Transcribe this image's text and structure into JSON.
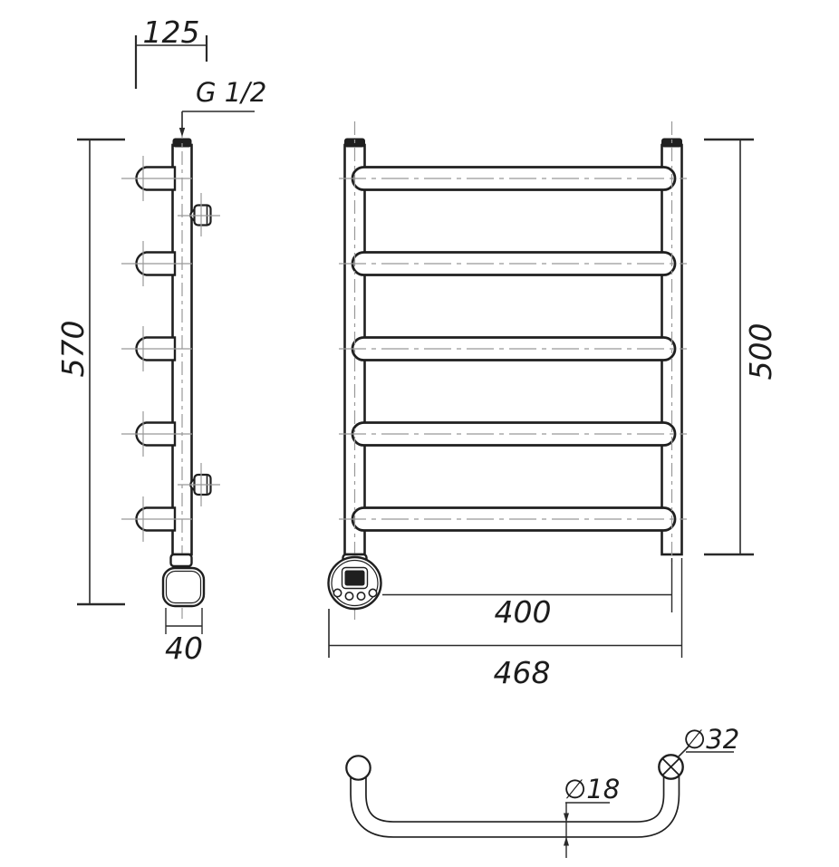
{
  "figure": {
    "type": "technical-drawing",
    "views": [
      "side",
      "front",
      "top"
    ],
    "bar_count": 5
  },
  "labels": {
    "top_width": "125",
    "thread_size": "G 1/2",
    "overall_height": "570",
    "element_width": "40",
    "rail_height": "500",
    "axle_distance": "400",
    "overall_width": "468",
    "collector_diameter": "∅32",
    "bar_diameter": "∅18"
  },
  "colors": {
    "line": "#1f1f1f",
    "thin_line": "#2a2a2a",
    "centerline": "#999999",
    "background": "#ffffff"
  }
}
